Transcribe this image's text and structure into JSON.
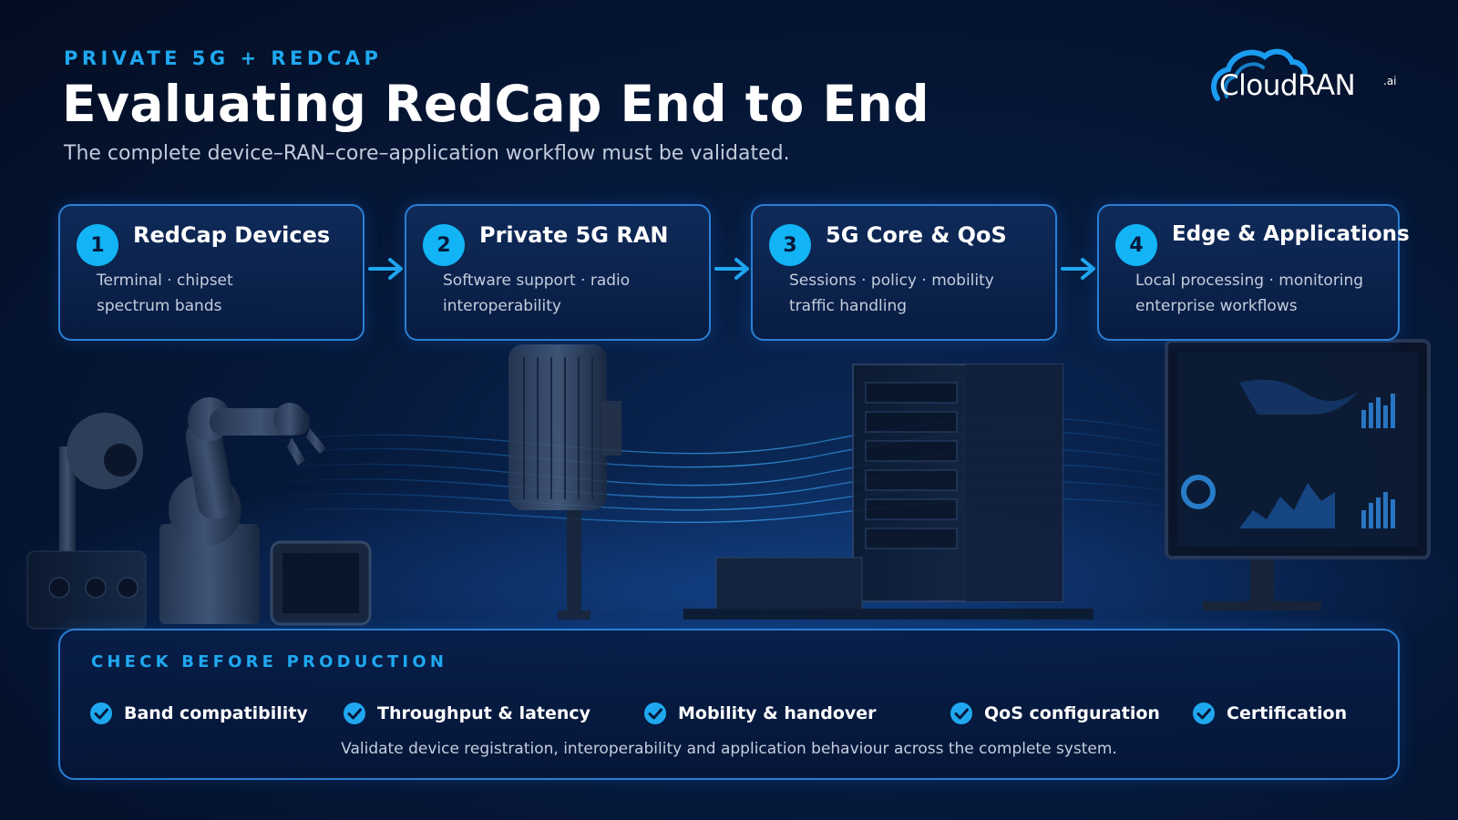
{
  "header": {
    "eyebrow": "PRIVATE 5G + REDCAP",
    "title": "Evaluating RedCap End to End",
    "subtitle": "The complete device–RAN–core–application workflow must be validated."
  },
  "logo": {
    "text": "CloudRAN",
    "suffix": ".ai"
  },
  "steps": [
    {
      "number": "1",
      "title": "RedCap Devices",
      "line1": "Terminal · chipset",
      "line2": "spectrum bands"
    },
    {
      "number": "2",
      "title": "Private 5G RAN",
      "line1": "Software support · radio",
      "line2": "interoperability"
    },
    {
      "number": "3",
      "title": "5G Core & QoS",
      "line1": "Sessions · policy · mobility",
      "line2": "traffic handling"
    },
    {
      "number": "4",
      "title": "Edge & Applications",
      "line1": "Local processing · monitoring",
      "line2": "enterprise workflows"
    }
  ],
  "checklist": {
    "heading": "CHECK BEFORE PRODUCTION",
    "items": [
      "Band compatibility",
      "Throughput & latency",
      "Mobility & handover",
      "QoS configuration",
      "Certification"
    ],
    "note": "Validate device registration, interoperability and application behaviour across the complete system."
  },
  "colors": {
    "accent": "#1fa8f0",
    "badge": "#12b4f5",
    "border": "#2a7fd4",
    "background": "#06193b"
  },
  "icons": {
    "flow_arrow": "arrow-right-icon",
    "check": "check-circle-icon",
    "logo": "cloud-logo-icon"
  }
}
